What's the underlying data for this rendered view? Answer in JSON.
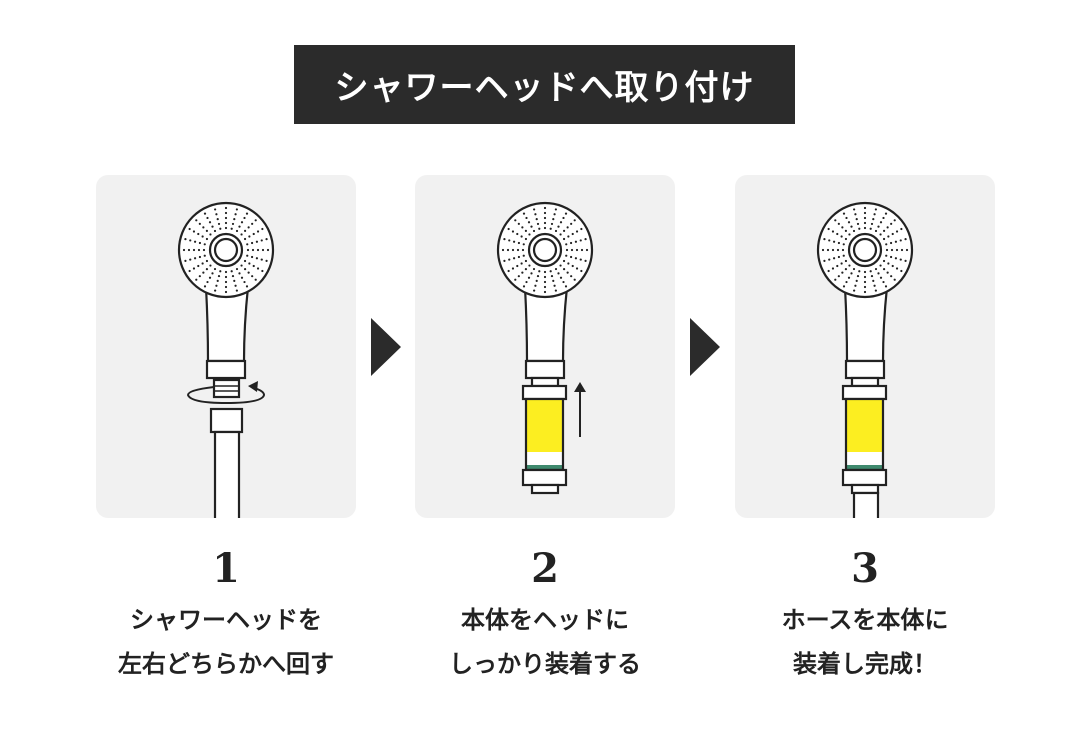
{
  "title": "シャワーヘッドへ取り付け",
  "steps": [
    {
      "number": "1",
      "line1": "シャワーヘッドを",
      "line2": "左右どちらかへ回す",
      "variant": "rotate"
    },
    {
      "number": "2",
      "line1": "本体をヘッドに",
      "line2": "しっかり装着する",
      "variant": "attach"
    },
    {
      "number": "3",
      "line1": "ホースを本体に",
      "line2": "装着し完成！",
      "variant": "complete"
    }
  ],
  "colors": {
    "filter_yellow": "#fcee21",
    "filter_green": "#3f8a6e",
    "title_bg": "#2b2b2b",
    "panel_bg": "#f1f1f1"
  }
}
